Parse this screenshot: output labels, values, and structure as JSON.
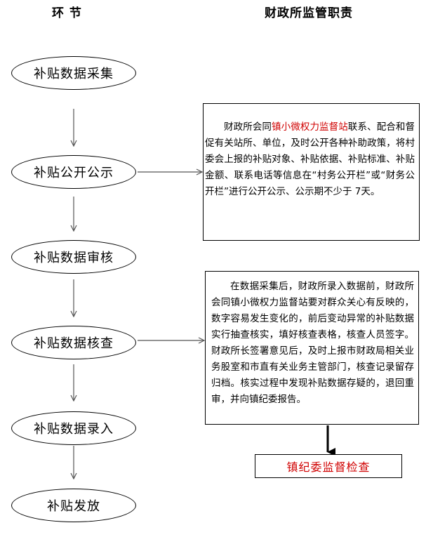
{
  "headers": {
    "left": "环 节",
    "right": "财政所监管职责"
  },
  "steps": [
    {
      "label": "补贴数据采集"
    },
    {
      "label": "补贴公开公示"
    },
    {
      "label": "补贴数据审核"
    },
    {
      "label": "补贴数据核查"
    },
    {
      "label": "补贴数据录入"
    },
    {
      "label": "补贴发放"
    }
  ],
  "box1": {
    "prefix": "财政所会同",
    "highlight": "镇小微权力监督站",
    "suffix": "联系、配合和督促有关站所、单位，及时公开各种补助政策，将村委会上报的补贴对象、补贴依据、补贴标准、补贴金额、联系电话等信息在“村务公开栏”或“财务公开栏”进行公开公示、公示期不少于 7天。"
  },
  "box2": {
    "text": "在数据采集后，财政所录入数据前，财政所会同镇小微权力监督站要对群众关心有反映的，数字容易发生变化的，前后变动异常的补贴数据实行抽查核实，填好核查表格，核查人员签字。财政所长签署意见后，及时上报市财政局相关业务股室和市直有关业务主管部门，核查记录留存归档。核实过程中发现补贴数据存疑的，退回重审，并向镇纪委报告。"
  },
  "box3": {
    "text": "镇纪委监督检查"
  },
  "colors": {
    "highlight": "#d00000",
    "arrow": "#555555"
  }
}
